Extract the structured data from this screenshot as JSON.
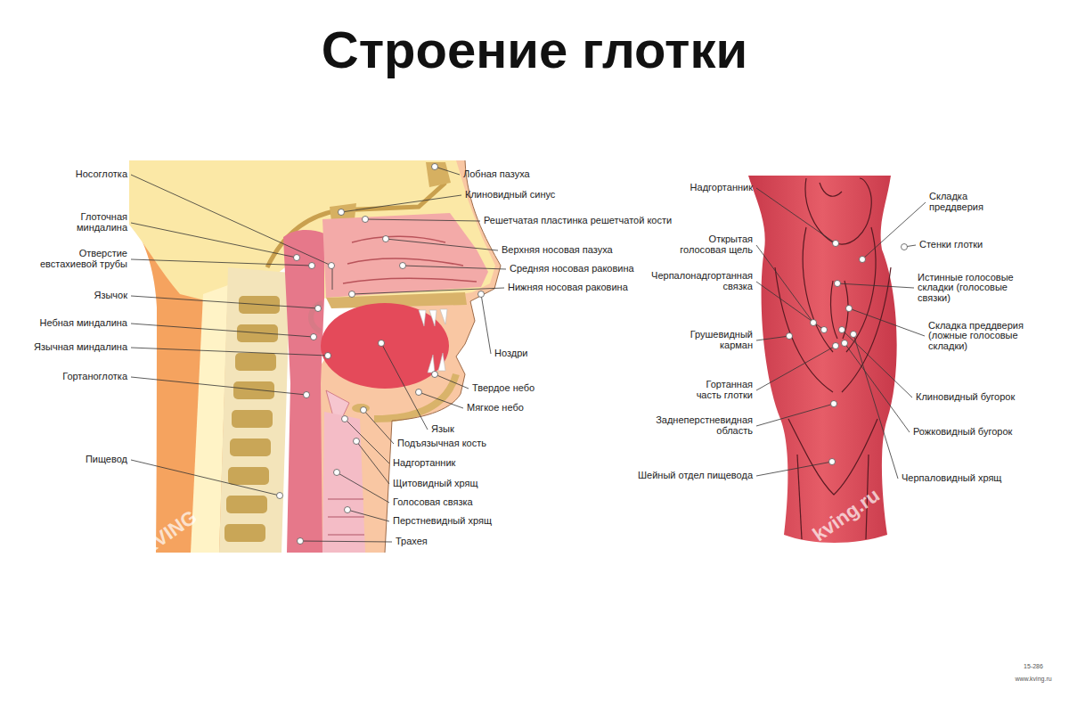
{
  "diagram": {
    "title": "Строение глотки",
    "labels": [
      "Носоглотка",
      "Глоточная миндалина",
      "Отверстие евстахиевой трубы",
      "Язычок",
      "Небная миндалина",
      "Язычная миндалина",
      "Гортаноглотка",
      "Пищевод",
      "Лобная пазуха",
      "Клиновидный синус",
      "Решетчатая пластинка решетчатой кости",
      "Верхняя носовая пазуха",
      "Средняя носовая раковина",
      "Нижняя носовая раковина",
      "Ноздри",
      "Твердое небо",
      "Мягкое небо",
      "Язык",
      "Подъязычная кость",
      "Надгортанник",
      "Щитовидный хрящ",
      "Голосовая связка",
      "Перстневидный хрящ",
      "Трахея",
      "Надгортанник",
      "Открытая голосовая щель",
      "Черпалонадгортанная связка",
      "Грушевидный карман",
      "Гортанная часть глотки",
      "Заднеперстневидная область",
      "Шейный отдел пищевода",
      "Складка преддверия",
      "Стенки глотки",
      "Истинные голосовые складки (голосовые связки)",
      "Складка преддверия (ложные голосовые складки)",
      "Клиновидный бугорок",
      "Рожковидный бугорок",
      "Черпаловидный хрящ",
      "KVING",
      "kving.ru",
      "15-286",
      "www.kving.ru"
    ]
  }
}
